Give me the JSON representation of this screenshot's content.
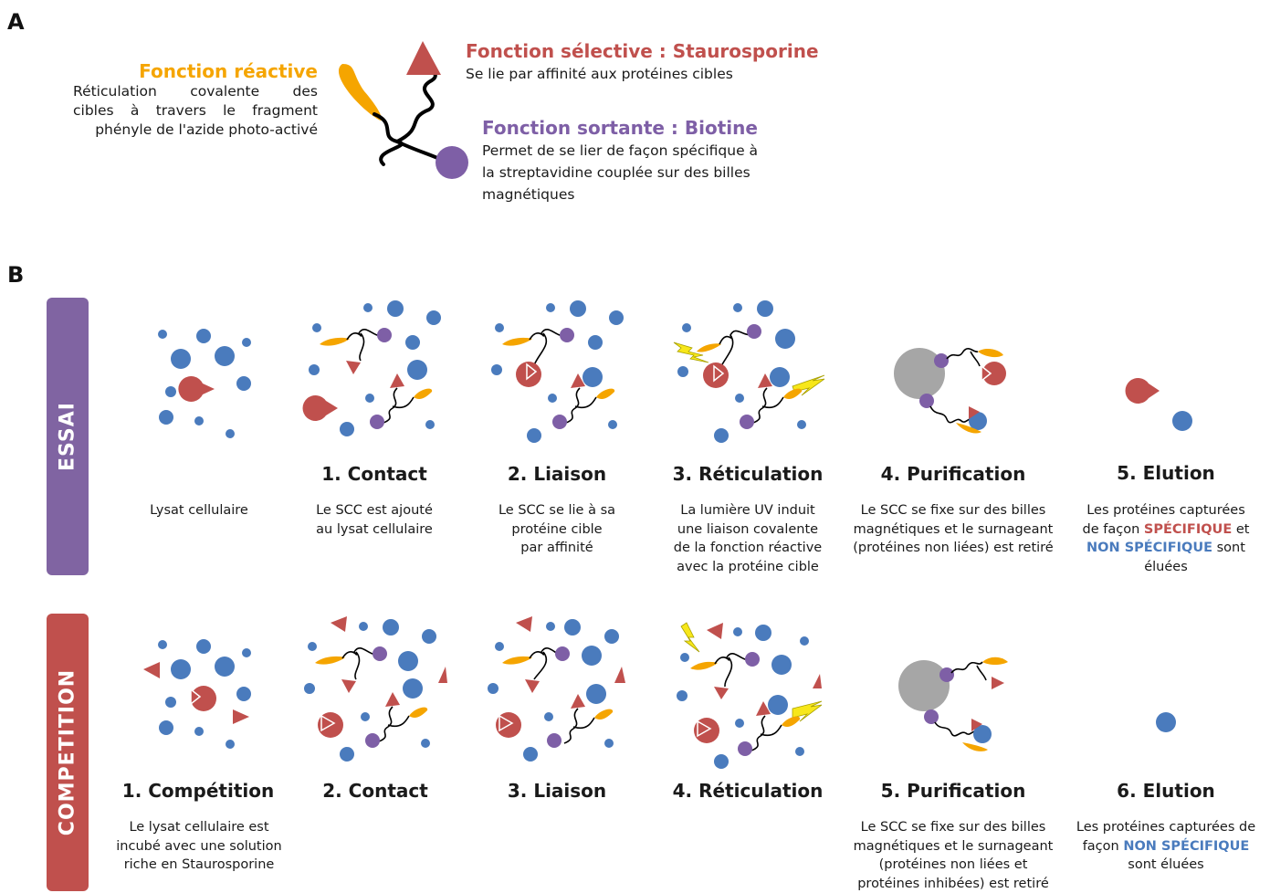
{
  "panelA": {
    "label": "A",
    "reactive": {
      "title": "Fonction réactive",
      "desc_lines": [
        "Réticulation covalente des",
        "cibles à travers le fragment",
        "phényle de l'azide photo-activé"
      ]
    },
    "selective": {
      "title": "Fonction sélective : Staurosporine",
      "desc": "Se lie par affinité aux protéines cibles"
    },
    "exit": {
      "title": "Fonction sortante : Biotine",
      "desc_lines": [
        "Permet de se lier de façon spécifique à",
        "la streptavidine couplée sur des billes",
        "magnétiques"
      ]
    }
  },
  "panelB": {
    "label": "B",
    "essai": {
      "band_label": "ESSAI",
      "steps": [
        {
          "title": "",
          "desc_lines": [
            "Lysat cellulaire"
          ]
        },
        {
          "title": "1. Contact",
          "desc_lines": [
            "Le SCC est ajouté",
            "au lysat cellulaire"
          ]
        },
        {
          "title": "2. Liaison",
          "desc_lines": [
            "Le SCC se lie à sa",
            "protéine cible",
            "par affinité"
          ]
        },
        {
          "title": "3. Réticulation",
          "desc_lines": [
            "La lumière UV induit",
            "une liaison covalente",
            "de la fonction réactive",
            "avec la protéine cible"
          ]
        },
        {
          "title": "4. Purification",
          "desc_lines": [
            "Le SCC se fixe sur des billes",
            "magnétiques et le surnageant",
            "(protéines non liées) est retiré"
          ]
        },
        {
          "title": "5. Elution",
          "desc_pre": "Les protéines capturées",
          "desc_mid1": "de façon ",
          "specific": "SPÉCIFIQUE",
          "desc_mid2": " et",
          "nonspecific": "NON SPÉCIFIQUE",
          "desc_mid3": " sont",
          "desc_post": "éluées"
        }
      ]
    },
    "competition": {
      "band_label": "COMPETITION",
      "steps": [
        {
          "title": "1. Compétition",
          "desc_lines": [
            "Le lysat cellulaire est",
            "incubé avec une solution",
            "riche en Staurosporine"
          ]
        },
        {
          "title": "2. Contact",
          "desc_lines": []
        },
        {
          "title": "3. Liaison",
          "desc_lines": []
        },
        {
          "title": "4. Réticulation",
          "desc_lines": []
        },
        {
          "title": "5. Purification",
          "desc_lines": [
            "Le SCC se fixe sur des billes",
            "magnétiques et le surnageant",
            "(protéines non liées et",
            "protéines inhibées) est retiré"
          ]
        },
        {
          "title": "6. Elution",
          "desc_pre": "Les protéines capturées de",
          "desc_mid1": "façon ",
          "nonspecific": "NON SPÉCIFIQUE",
          "desc_post": "sont éluées"
        }
      ]
    }
  },
  "colors": {
    "orange": "#f5a500",
    "red": "#c0504d",
    "purple": "#7e5fa6",
    "blue": "#4a7bbd",
    "grey": "#a6a6a6",
    "yellow": "#f7e71a",
    "essai_band": "#8064a2",
    "competition_band": "#c0504d"
  }
}
